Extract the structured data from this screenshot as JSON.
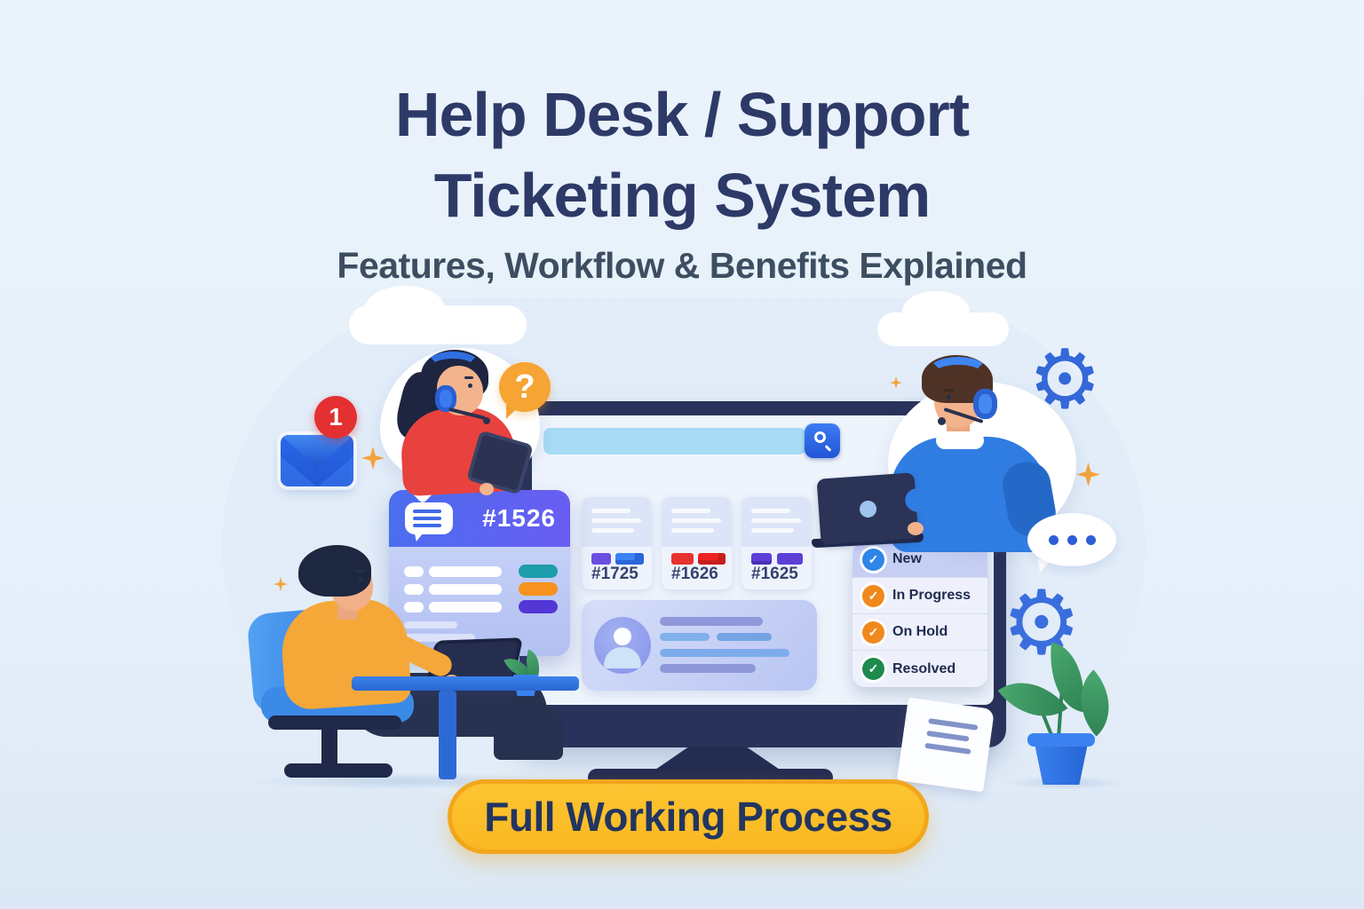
{
  "header": {
    "title_line1": "Help Desk / Support",
    "title_line2": "Ticketing System",
    "subtitle": "Features, Workflow & Benefits Explained"
  },
  "notification": {
    "badge_count": "1"
  },
  "customer_bubble": {
    "question_mark": "?"
  },
  "dashboard": {
    "search": {
      "value": ""
    },
    "main_ticket": {
      "id": "#1526"
    },
    "mini_tickets": [
      {
        "id": "#1725"
      },
      {
        "id": "#1626"
      },
      {
        "id": "#1625"
      }
    ],
    "statuses": [
      {
        "label": "New",
        "color": "#2e86e8"
      },
      {
        "label": "In Progress",
        "color": "#f0891d"
      },
      {
        "label": "On Hold",
        "color": "#f0891d"
      },
      {
        "label": "Resolved",
        "color": "#1d8a4e"
      }
    ]
  },
  "cta": {
    "label": "Full Working Process"
  },
  "icons": {
    "gear_glyph": "⚙",
    "check_glyph": "✓",
    "ticket_priority_colors": [
      "#1e9daa",
      "#f6921d",
      "#5336d6"
    ],
    "accent_yellow": "#fcc12f",
    "title_navy": "#2d3a68"
  }
}
